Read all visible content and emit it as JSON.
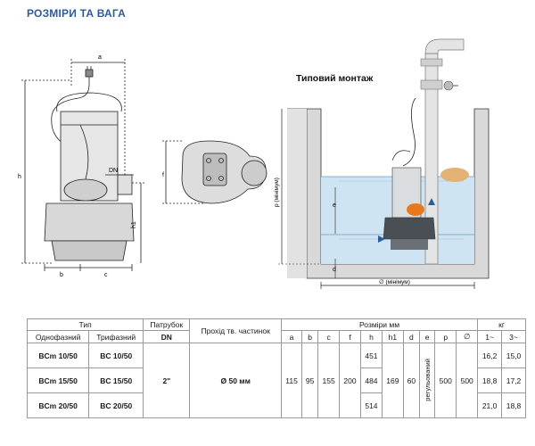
{
  "title": "РОЗМІРИ ТА ВАГА",
  "install_label": "Типовий монтаж",
  "dim_labels": {
    "a": "a",
    "h": "h",
    "h1": "h1",
    "dn": "DN",
    "b": "b",
    "c": "c",
    "f": "f",
    "e": "e",
    "d": "d",
    "p": "p (мінімум)",
    "phi": "∅ (мінімум)"
  },
  "table": {
    "group_type": "Тип",
    "col_single": "Однофазний",
    "col_three": "Трифазний",
    "col_nozzle": "Патрубок",
    "col_nozzle_sub": "DN",
    "col_passage": "Прохід тв. частинок",
    "col_sizes": "Розміри мм",
    "col_kg": "кг",
    "dims": [
      "a",
      "b",
      "c",
      "f",
      "h",
      "h1",
      "d",
      "e",
      "p",
      "∅"
    ],
    "kg_cols": [
      "1~",
      "3~"
    ],
    "rows": [
      {
        "single": "BCm 10/50",
        "three": "BC 10/50",
        "h": "451",
        "kg1": "16,2",
        "kg3": "15,0"
      },
      {
        "single": "BCm 15/50",
        "three": "BC 15/50",
        "h": "484",
        "kg1": "18,8",
        "kg3": "17,2"
      },
      {
        "single": "BCm 20/50",
        "three": "BC 20/50",
        "h": "514",
        "kg1": "21,0",
        "kg3": "18,8"
      }
    ],
    "shared": {
      "dn": "2\"",
      "passage": "Ø 50 мм",
      "a": "115",
      "b": "95",
      "c": "155",
      "f": "200",
      "h1": "169",
      "d": "60",
      "e": "регульований",
      "p": "500",
      "phi": "500"
    }
  }
}
